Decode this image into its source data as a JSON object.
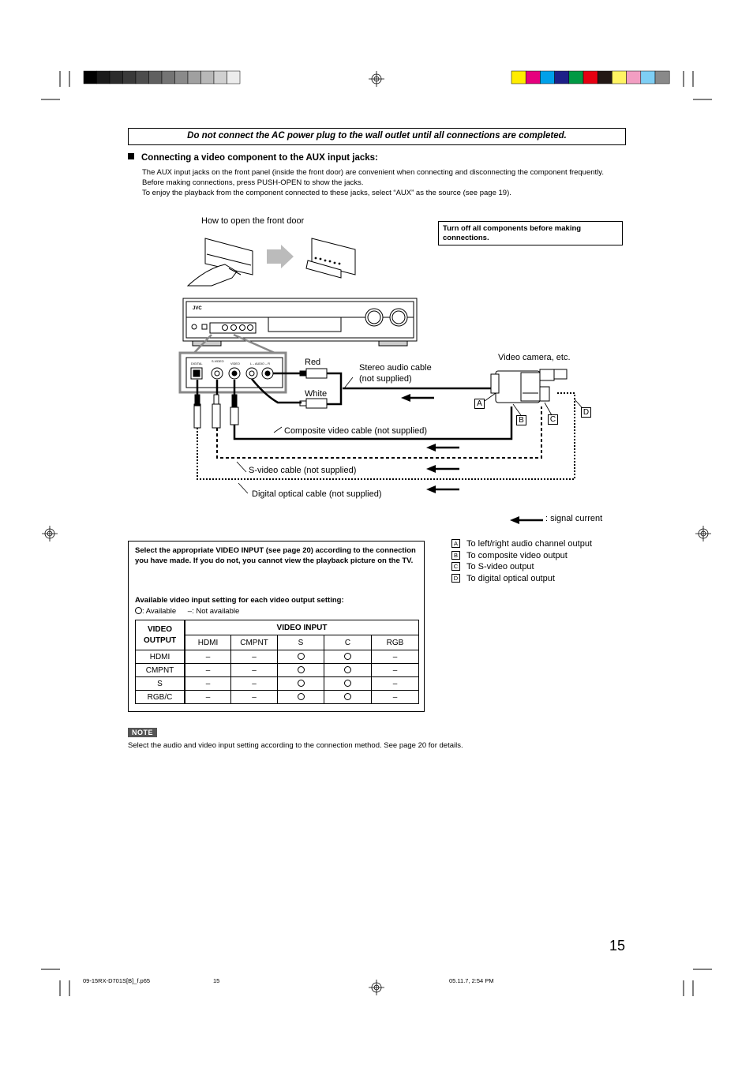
{
  "warning": "Do not connect the AC power plug to the wall outlet until all connections are completed.",
  "section": {
    "heading": "Connecting a video component to the AUX input jacks:",
    "paragraphs": [
      "The AUX input jacks on the front panel (inside the front door) are convenient when connecting and disconnecting the component frequently.",
      "Before making connections, press PUSH-OPEN to show the jacks.",
      "To enjoy the playback from the component connected to these jacks, select “AUX” as the source (see page 19)."
    ]
  },
  "diagram": {
    "front_door_caption": "How to open the front door",
    "turn_off_notice": "Turn off all components before making connections.",
    "brand": "JVC",
    "jack_labels": [
      "DIGITAL",
      "S-VIDEO",
      "VIDEO",
      "L – AUDIO – R"
    ],
    "plug_red": "Red",
    "plug_white": "White",
    "stereo_cable_line1": "Stereo audio cable",
    "stereo_cable_line2": "(not supplied)",
    "camera_label": "Video camera, etc.",
    "composite_cable": "Composite video cable (not supplied)",
    "svideo_cable": "S-video cable (not supplied)",
    "optical_cable": "Digital optical cable (not supplied)",
    "markers": [
      "A",
      "B",
      "C",
      "D"
    ],
    "signal_legend": ": signal current"
  },
  "legend": [
    {
      "key": "A",
      "text": "To left/right audio channel output"
    },
    {
      "key": "B",
      "text": "To composite video output"
    },
    {
      "key": "C",
      "text": "To S-video output"
    },
    {
      "key": "D",
      "text": "To digital optical output"
    }
  ],
  "panel": {
    "instruction": "Select the appropriate VIDEO INPUT (see page 20) according to the connection you have made. If you do not, you cannot view the playback picture on the TV.",
    "table_title": "Available video input setting for each video output setting:",
    "key_available": ": Available",
    "key_not_available": "–: Not available",
    "table": {
      "row_header_line1": "VIDEO",
      "row_header_line2": "OUTPUT",
      "col_group": "VIDEO INPUT",
      "columns": [
        "HDMI",
        "CMPNT",
        "S",
        "C",
        "RGB"
      ],
      "rows": [
        {
          "label": "HDMI",
          "cells": [
            "–",
            "–",
            "o",
            "o",
            "–"
          ]
        },
        {
          "label": "CMPNT",
          "cells": [
            "–",
            "–",
            "o",
            "o",
            "–"
          ]
        },
        {
          "label": "S",
          "cells": [
            "–",
            "–",
            "o",
            "o",
            "–"
          ]
        },
        {
          "label": "RGB/C",
          "cells": [
            "–",
            "–",
            "o",
            "o",
            "–"
          ]
        }
      ]
    }
  },
  "note": {
    "badge": "NOTE",
    "text": "Select the audio and video input setting according to the connection method. See page 20 for details."
  },
  "page_number": "15",
  "footer": {
    "file": "09-15RX-D701S[B]_f.p65",
    "page": "15",
    "timestamp": "05.11.7, 2:54 PM"
  },
  "colors": {
    "registration_left": [
      "#000000",
      "#1a1a1a",
      "#2b2b2b",
      "#3a3a3a",
      "#4d4d4d",
      "#606060",
      "#747474",
      "#8a8a8a",
      "#a0a0a0",
      "#b8b8b8",
      "#d0d0d0",
      "#ececec"
    ],
    "registration_right": [
      "#ffec00",
      "#e6007e",
      "#00a0e9",
      "#1d2088",
      "#009944",
      "#e60012",
      "#231815",
      "#fff462",
      "#f29ec2",
      "#7ecef4",
      "#898989"
    ]
  }
}
